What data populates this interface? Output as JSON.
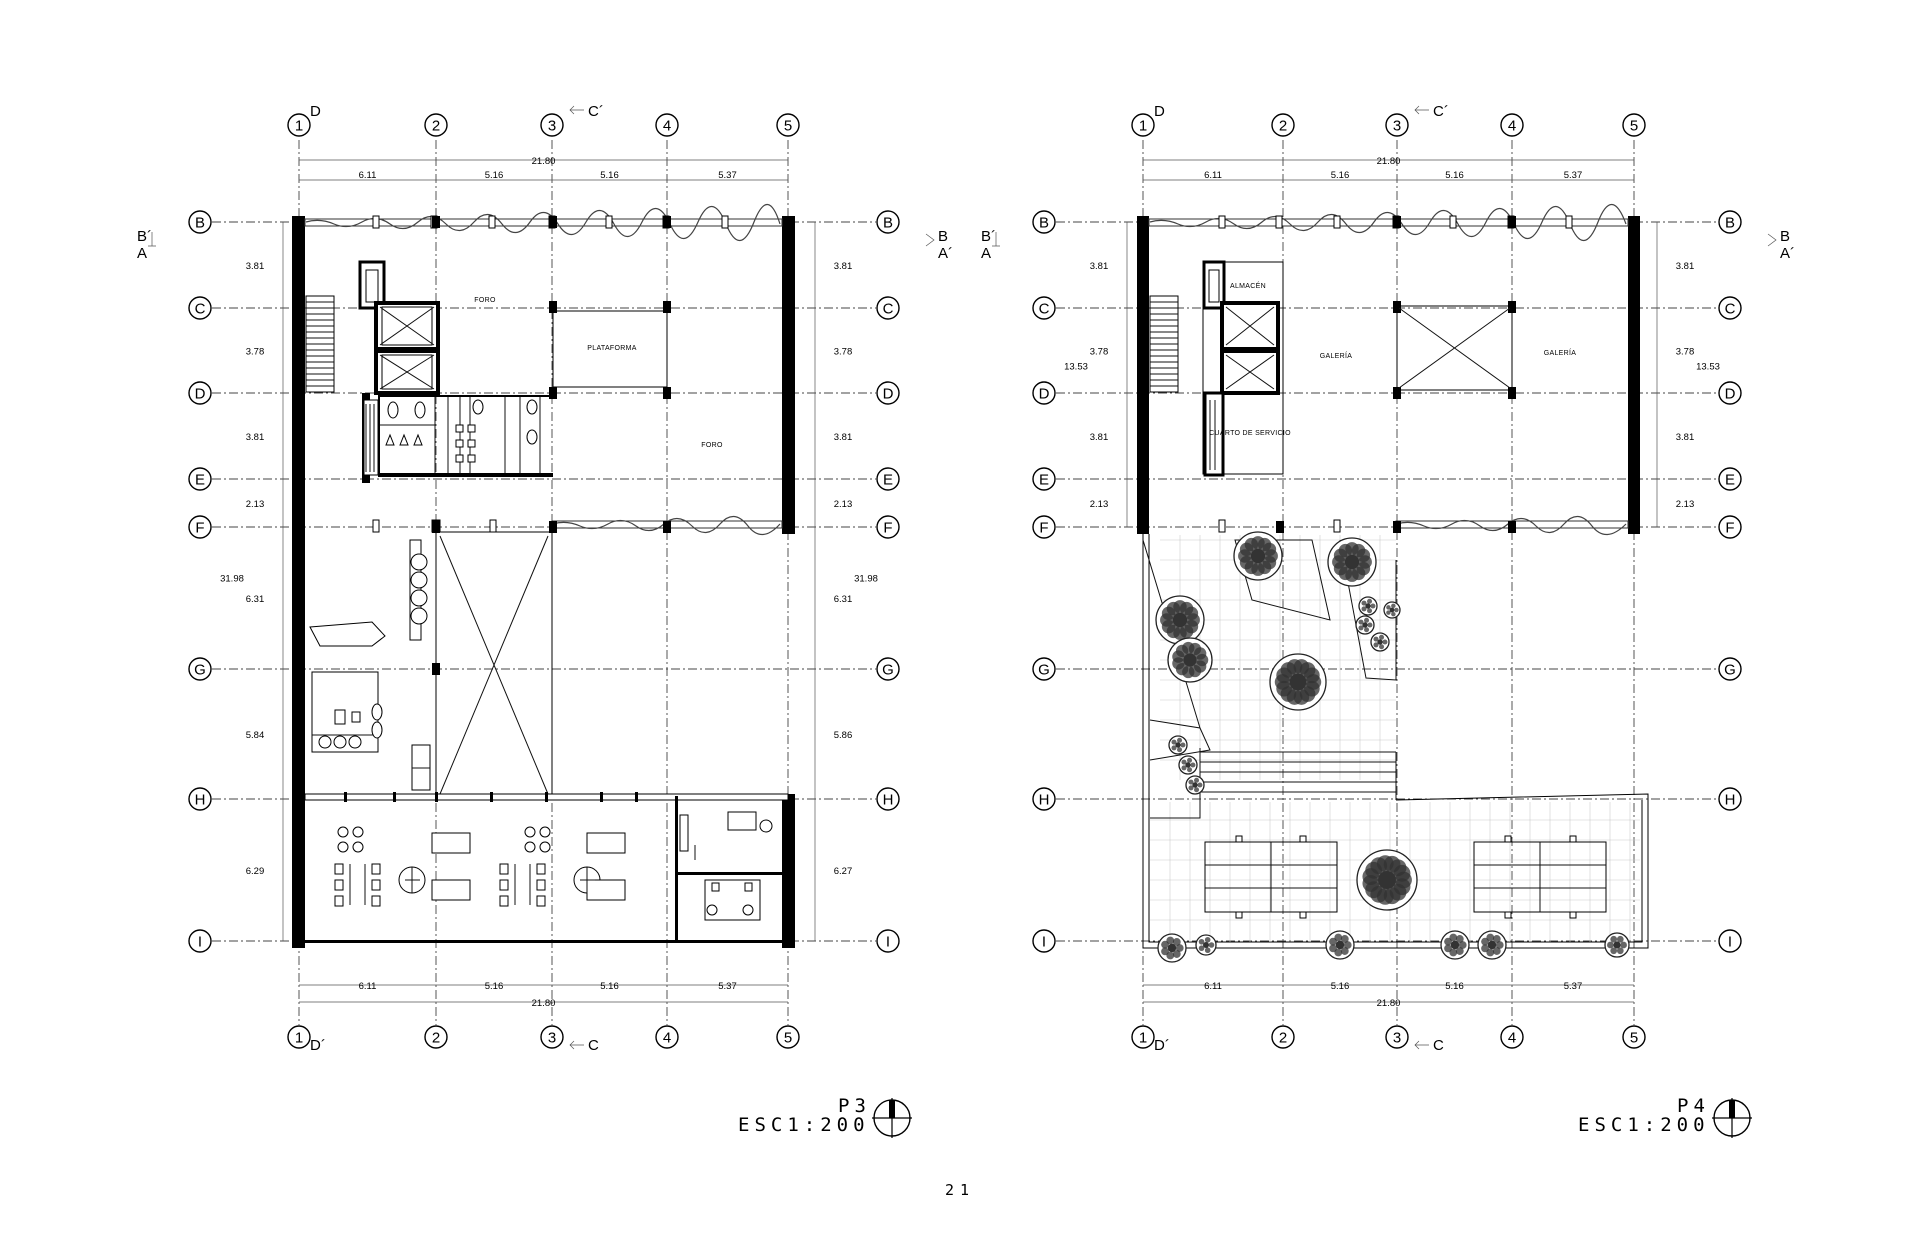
{
  "page_number": "21",
  "plans": [
    {
      "id": "p3",
      "columns": [
        "1",
        "2",
        "3",
        "4",
        "5"
      ],
      "rows": [
        "B",
        "C",
        "D",
        "E",
        "F",
        "G",
        "H",
        "I"
      ],
      "top_spans": [
        "6.11",
        "5.16",
        "5.16",
        "5.37"
      ],
      "total_width": "21.80",
      "left_rows": [
        "3.81",
        "3.78",
        "3.81",
        "2.13",
        "6.31",
        "5.84",
        "6.29"
      ],
      "right_rows": [
        "3.81",
        "3.78",
        "3.81",
        "2.13",
        "6.31",
        "5.86",
        "6.27"
      ],
      "total_height": "31.98",
      "section_marks": {
        "top_d": "D",
        "top_c": "C´",
        "bottom_d": "D´",
        "bottom_c": "C",
        "left_b": "B´",
        "left_a": "A",
        "right_b": "B",
        "right_a": "A´"
      },
      "rooms": [
        "FORO",
        "PLATAFORMA",
        "FORO"
      ],
      "plan_name": "P3",
      "scale": "ESC1:200"
    },
    {
      "id": "p4",
      "columns": [
        "1",
        "2",
        "3",
        "4",
        "5"
      ],
      "rows": [
        "B",
        "C",
        "D",
        "E",
        "F",
        "G",
        "H",
        "I"
      ],
      "top_spans": [
        "6.11",
        "5.16",
        "5.16",
        "5.37"
      ],
      "total_width": "21.80",
      "left_rows": [
        "3.81",
        "3.78",
        "3.81",
        "2.13"
      ],
      "right_rows": [
        "3.81",
        "3.78",
        "3.81",
        "2.13"
      ],
      "total_height": "13.53",
      "section_marks": {
        "top_d": "D",
        "top_c": "C´",
        "bottom_d": "D´",
        "bottom_c": "C",
        "left_b": "B´",
        "left_a": "A",
        "right_b": "B",
        "right_a": "A´"
      },
      "rooms": [
        "ALMACÉN",
        "GALERÍA",
        "GALERÍA",
        "CUARTO DE SERVICIO"
      ],
      "plan_name": "P4",
      "scale": "ESC1:200"
    }
  ]
}
